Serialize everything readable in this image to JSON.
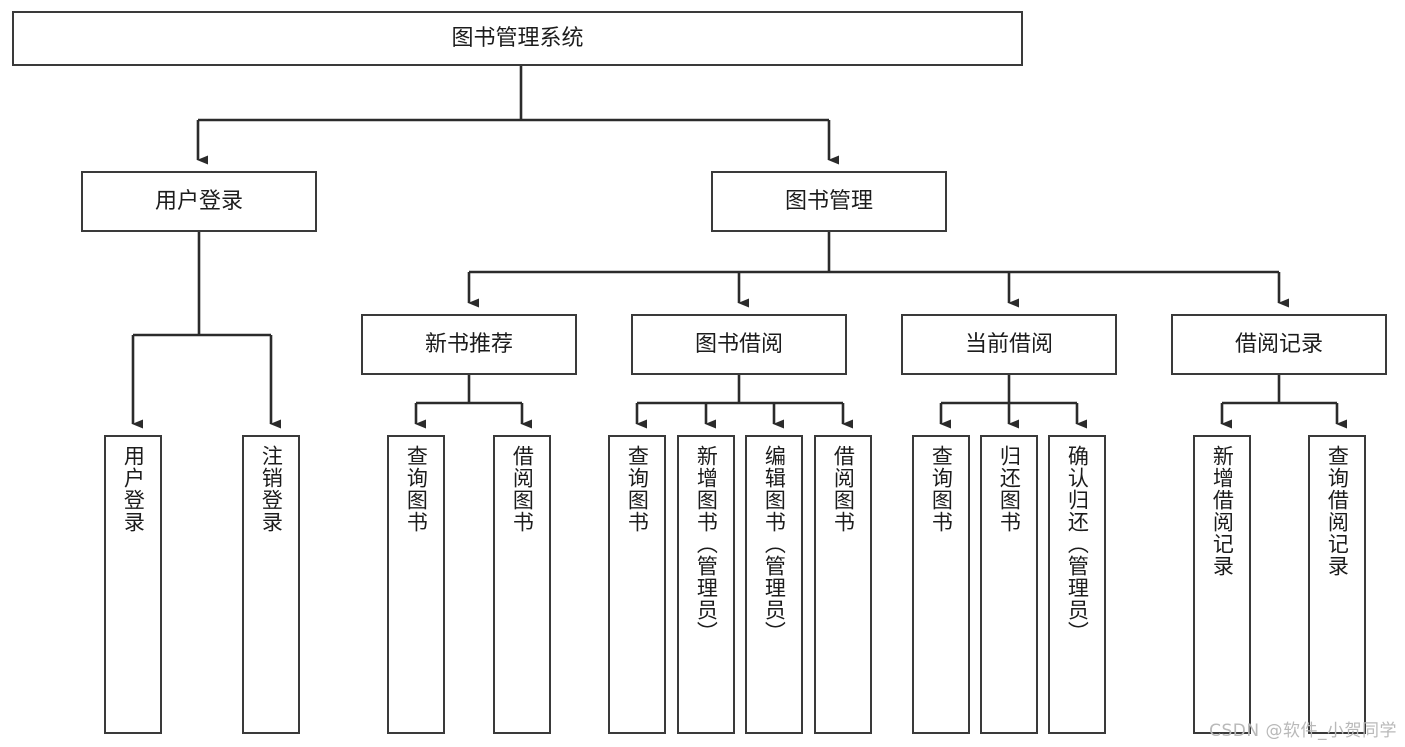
{
  "diagram": {
    "title_text": "图书管理系统",
    "type": "tree-hierarchy",
    "watermark": "CSDN @软件_小贺同学",
    "colors": {
      "box_border": "#3a3a3a",
      "box_fill": "#ffffff",
      "edge": "#2b2b2b",
      "text": "#1c1c1c",
      "watermark": "#b9b9b9"
    },
    "nodes": {
      "root": {
        "label": "图书管理系统",
        "level": 1
      },
      "user_login": {
        "label": "用户登录",
        "level": 2
      },
      "book_manage": {
        "label": "图书管理",
        "level": 2
      },
      "new_book_rec": {
        "label": "新书推荐",
        "level": 3
      },
      "book_borrow": {
        "label": "图书借阅",
        "level": 3
      },
      "current_borrow": {
        "label": "当前借阅",
        "level": 3
      },
      "borrow_record": {
        "label": "借阅记录",
        "level": 3
      }
    },
    "leaves": {
      "user_login": [
        {
          "label": "用户登录"
        },
        {
          "label": "注销登录"
        }
      ],
      "new_book_rec": [
        {
          "label": "查询图书"
        },
        {
          "label": "借阅图书"
        }
      ],
      "book_borrow": [
        {
          "label": "查询图书"
        },
        {
          "label": "新增图书（管理员）"
        },
        {
          "label": "编辑图书（管理员）"
        },
        {
          "label": "借阅图书"
        }
      ],
      "current_borrow": [
        {
          "label": "查询图书"
        },
        {
          "label": "归还图书"
        },
        {
          "label": "确认归还（管理员）"
        }
      ],
      "borrow_record": [
        {
          "label": "新增借阅记录"
        },
        {
          "label": "查询借阅记录"
        }
      ]
    }
  }
}
